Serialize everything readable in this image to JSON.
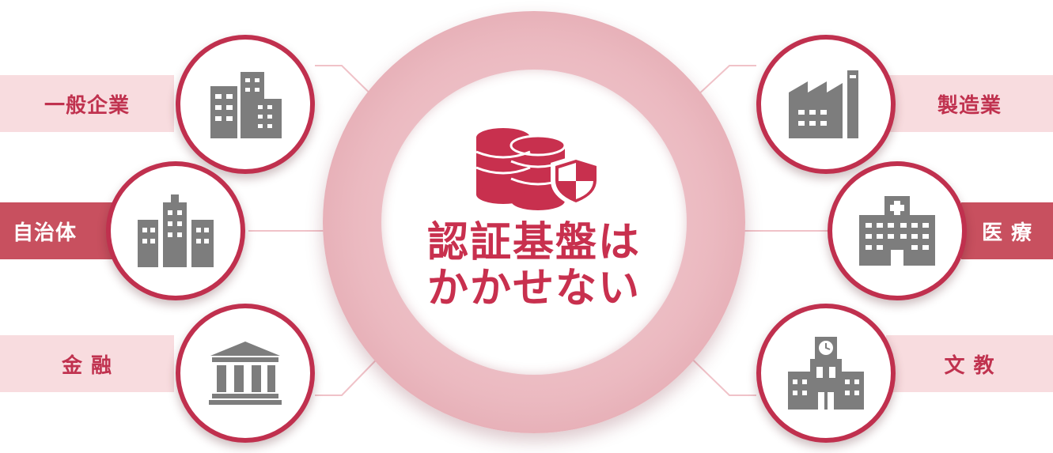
{
  "center": {
    "title_line1": "認証基盤は",
    "title_line2": "かかせない",
    "icon": "database-shield-icon"
  },
  "left": [
    {
      "label": "一般企業",
      "icon": "office-building-icon"
    },
    {
      "label": "自治体",
      "icon": "city-buildings-icon"
    },
    {
      "label": "金 融",
      "icon": "bank-icon"
    }
  ],
  "right": [
    {
      "label": "製造業",
      "icon": "factory-icon"
    },
    {
      "label": "医 療",
      "icon": "hospital-icon"
    },
    {
      "label": "文 教",
      "icon": "school-icon"
    }
  ],
  "colors": {
    "accent": "#c0304e",
    "band_light": "#f8dcdf",
    "band_dark": "#c8505f",
    "icon_gray": "#7d7d7d"
  }
}
